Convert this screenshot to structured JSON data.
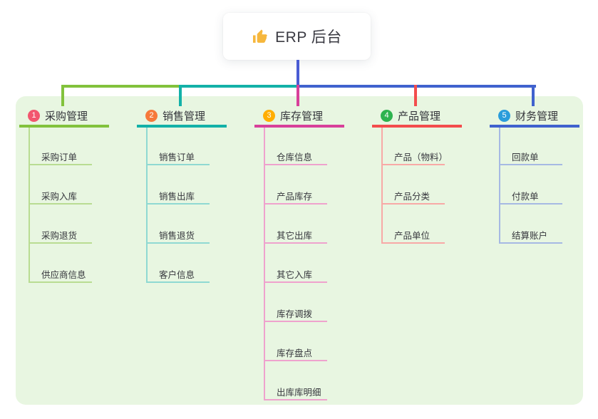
{
  "root": {
    "label": "ERP 后台",
    "icon": "thumbs-up-icon"
  },
  "branches": [
    {
      "badge": "1",
      "label": "采购管理",
      "color": "#82c23c",
      "light_color": "#b9dc92",
      "badge_color": "#f2566e",
      "children": [
        "采购订单",
        "采购入库",
        "采购退货",
        "供应商信息"
      ]
    },
    {
      "badge": "2",
      "label": "销售管理",
      "color": "#13b1a8",
      "light_color": "#8fd9d2",
      "badge_color": "#f6793b",
      "children": [
        "销售订单",
        "销售出库",
        "销售退货",
        "客户信息"
      ]
    },
    {
      "badge": "3",
      "label": "库存管理",
      "color": "#d8409a",
      "light_color": "#efa2cd",
      "badge_color": "#ffae00",
      "children": [
        "仓库信息",
        "产品库存",
        "其它出库",
        "其它入库",
        "库存调拨",
        "库存盘点",
        "出库库明细"
      ]
    },
    {
      "badge": "4",
      "label": "产品管理",
      "color": "#f34d4d",
      "light_color": "#f8a9a6",
      "badge_color": "#2eb34f",
      "children": [
        "产品（物料）",
        "产品分类",
        "产品单位"
      ]
    },
    {
      "badge": "5",
      "label": "财务管理",
      "color": "#4062ce",
      "light_color": "#a6b9e3",
      "badge_color": "#2a9ddb",
      "children": [
        "回款单",
        "付款单",
        "结算账户"
      ]
    }
  ],
  "colors": {
    "panel_bg": "#e8f6e1",
    "root_line": "#4a5cd4",
    "text": "#33343a",
    "icon_yellow": "#f6b73d"
  }
}
